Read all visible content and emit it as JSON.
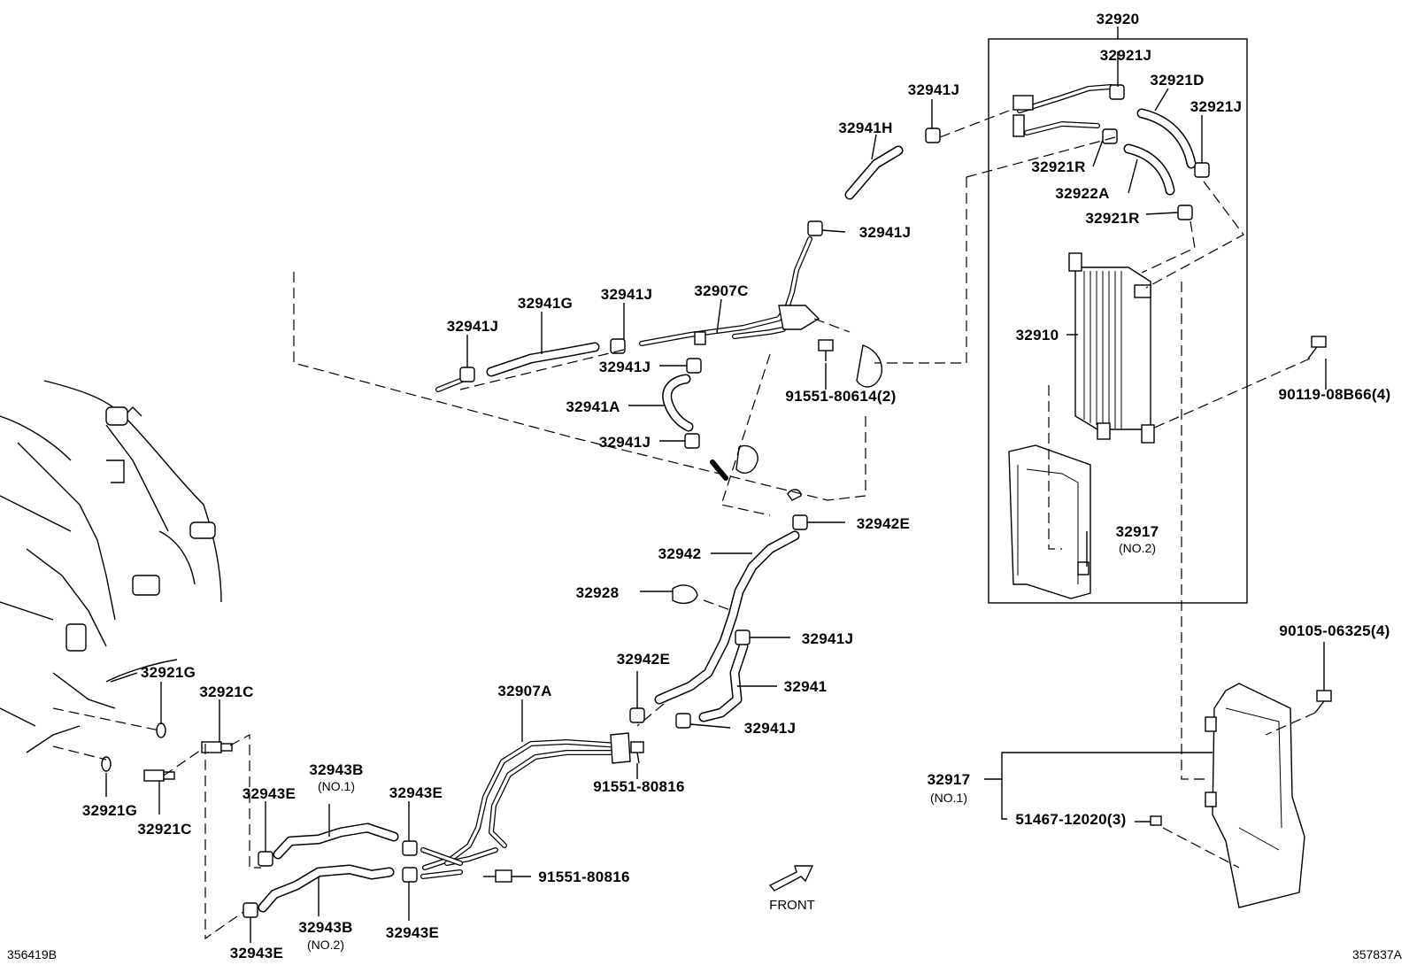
{
  "diagram": {
    "corner_left": "356419B",
    "corner_right": "357837A",
    "front_label": "FRONT",
    "labels": {
      "l32920": "32920",
      "l32921J_a": "32921J",
      "l32921D": "32921D",
      "l32921J_b": "32921J",
      "l32921R_a": "32921R",
      "l32922A": "32922A",
      "l32921R_b": "32921R",
      "l32910": "32910",
      "l32917_no2": "32917",
      "l32917_no2_sub": "(NO.2)",
      "l90119": "90119-08B66(4)",
      "l90105": "90105-06325(4)",
      "l32917_no1": "32917",
      "l32917_no1_sub": "(NO.1)",
      "l51467": "51467-12020(3)",
      "l32941J_top": "32941J",
      "l32941H": "32941H",
      "l32941J_2": "32941J",
      "l32941G": "32941G",
      "l32941J_3": "32941J",
      "l32907C": "32907C",
      "l32941J_4": "32941J",
      "l32941J_5": "32941J",
      "l32941A": "32941A",
      "l32941J_6": "32941J",
      "l91551_80614": "91551-80614(2)",
      "l32942E_a": "32942E",
      "l32942": "32942",
      "l32928": "32928",
      "l32941J_7": "32941J",
      "l32942E_b": "32942E",
      "l32941": "32941",
      "l32941J_8": "32941J",
      "l32907A": "32907A",
      "l91551_80816_a": "91551-80816",
      "l91551_80816_b": "91551-80816",
      "l32921G_a": "32921G",
      "l32921C_a": "32921C",
      "l32921G_b": "32921G",
      "l32921C_b": "32921C",
      "l32943B_no1": "32943B",
      "l32943B_no1_sub": "(NO.1)",
      "l32943E_a": "32943E",
      "l32943E_b": "32943E",
      "l32943B_no2": "32943B",
      "l32943B_no2_sub": "(NO.2)",
      "l32943E_c": "32943E",
      "l32943E_d": "32943E"
    }
  }
}
